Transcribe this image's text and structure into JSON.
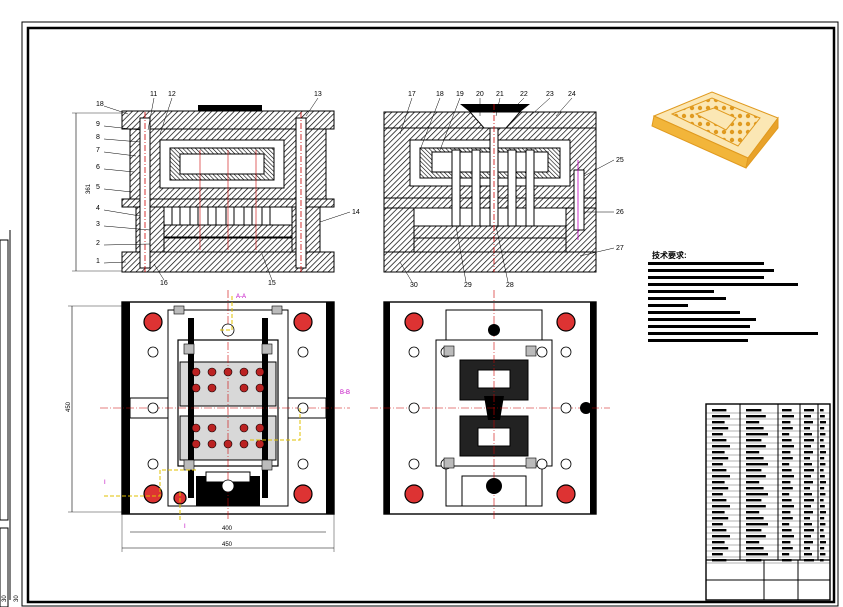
{
  "drawing": {
    "side_marks": [
      "30",
      "30"
    ],
    "tech_notes_title": "技术要求:",
    "dimensions": {
      "height_left": "361",
      "plan_height": "450",
      "plan_width_inner": "400",
      "plan_width_outer": "450"
    },
    "section_marks": [
      "A-A",
      "B-B",
      "I",
      "I"
    ],
    "callouts_left": [
      "18",
      "11",
      "12",
      "9",
      "8",
      "7",
      "6",
      "5",
      "4",
      "3",
      "2",
      "1",
      "16",
      "15",
      "14",
      "13"
    ],
    "callouts_right": [
      "17",
      "18",
      "19",
      "20",
      "21",
      "22",
      "23",
      "24",
      "25",
      "26",
      "27",
      "28",
      "29",
      "30"
    ],
    "colors": {
      "outline": "#000000",
      "center": "#cc0000",
      "mark": "#c000c0",
      "hatch": "#000000",
      "box_render": "#f2b53a"
    }
  }
}
